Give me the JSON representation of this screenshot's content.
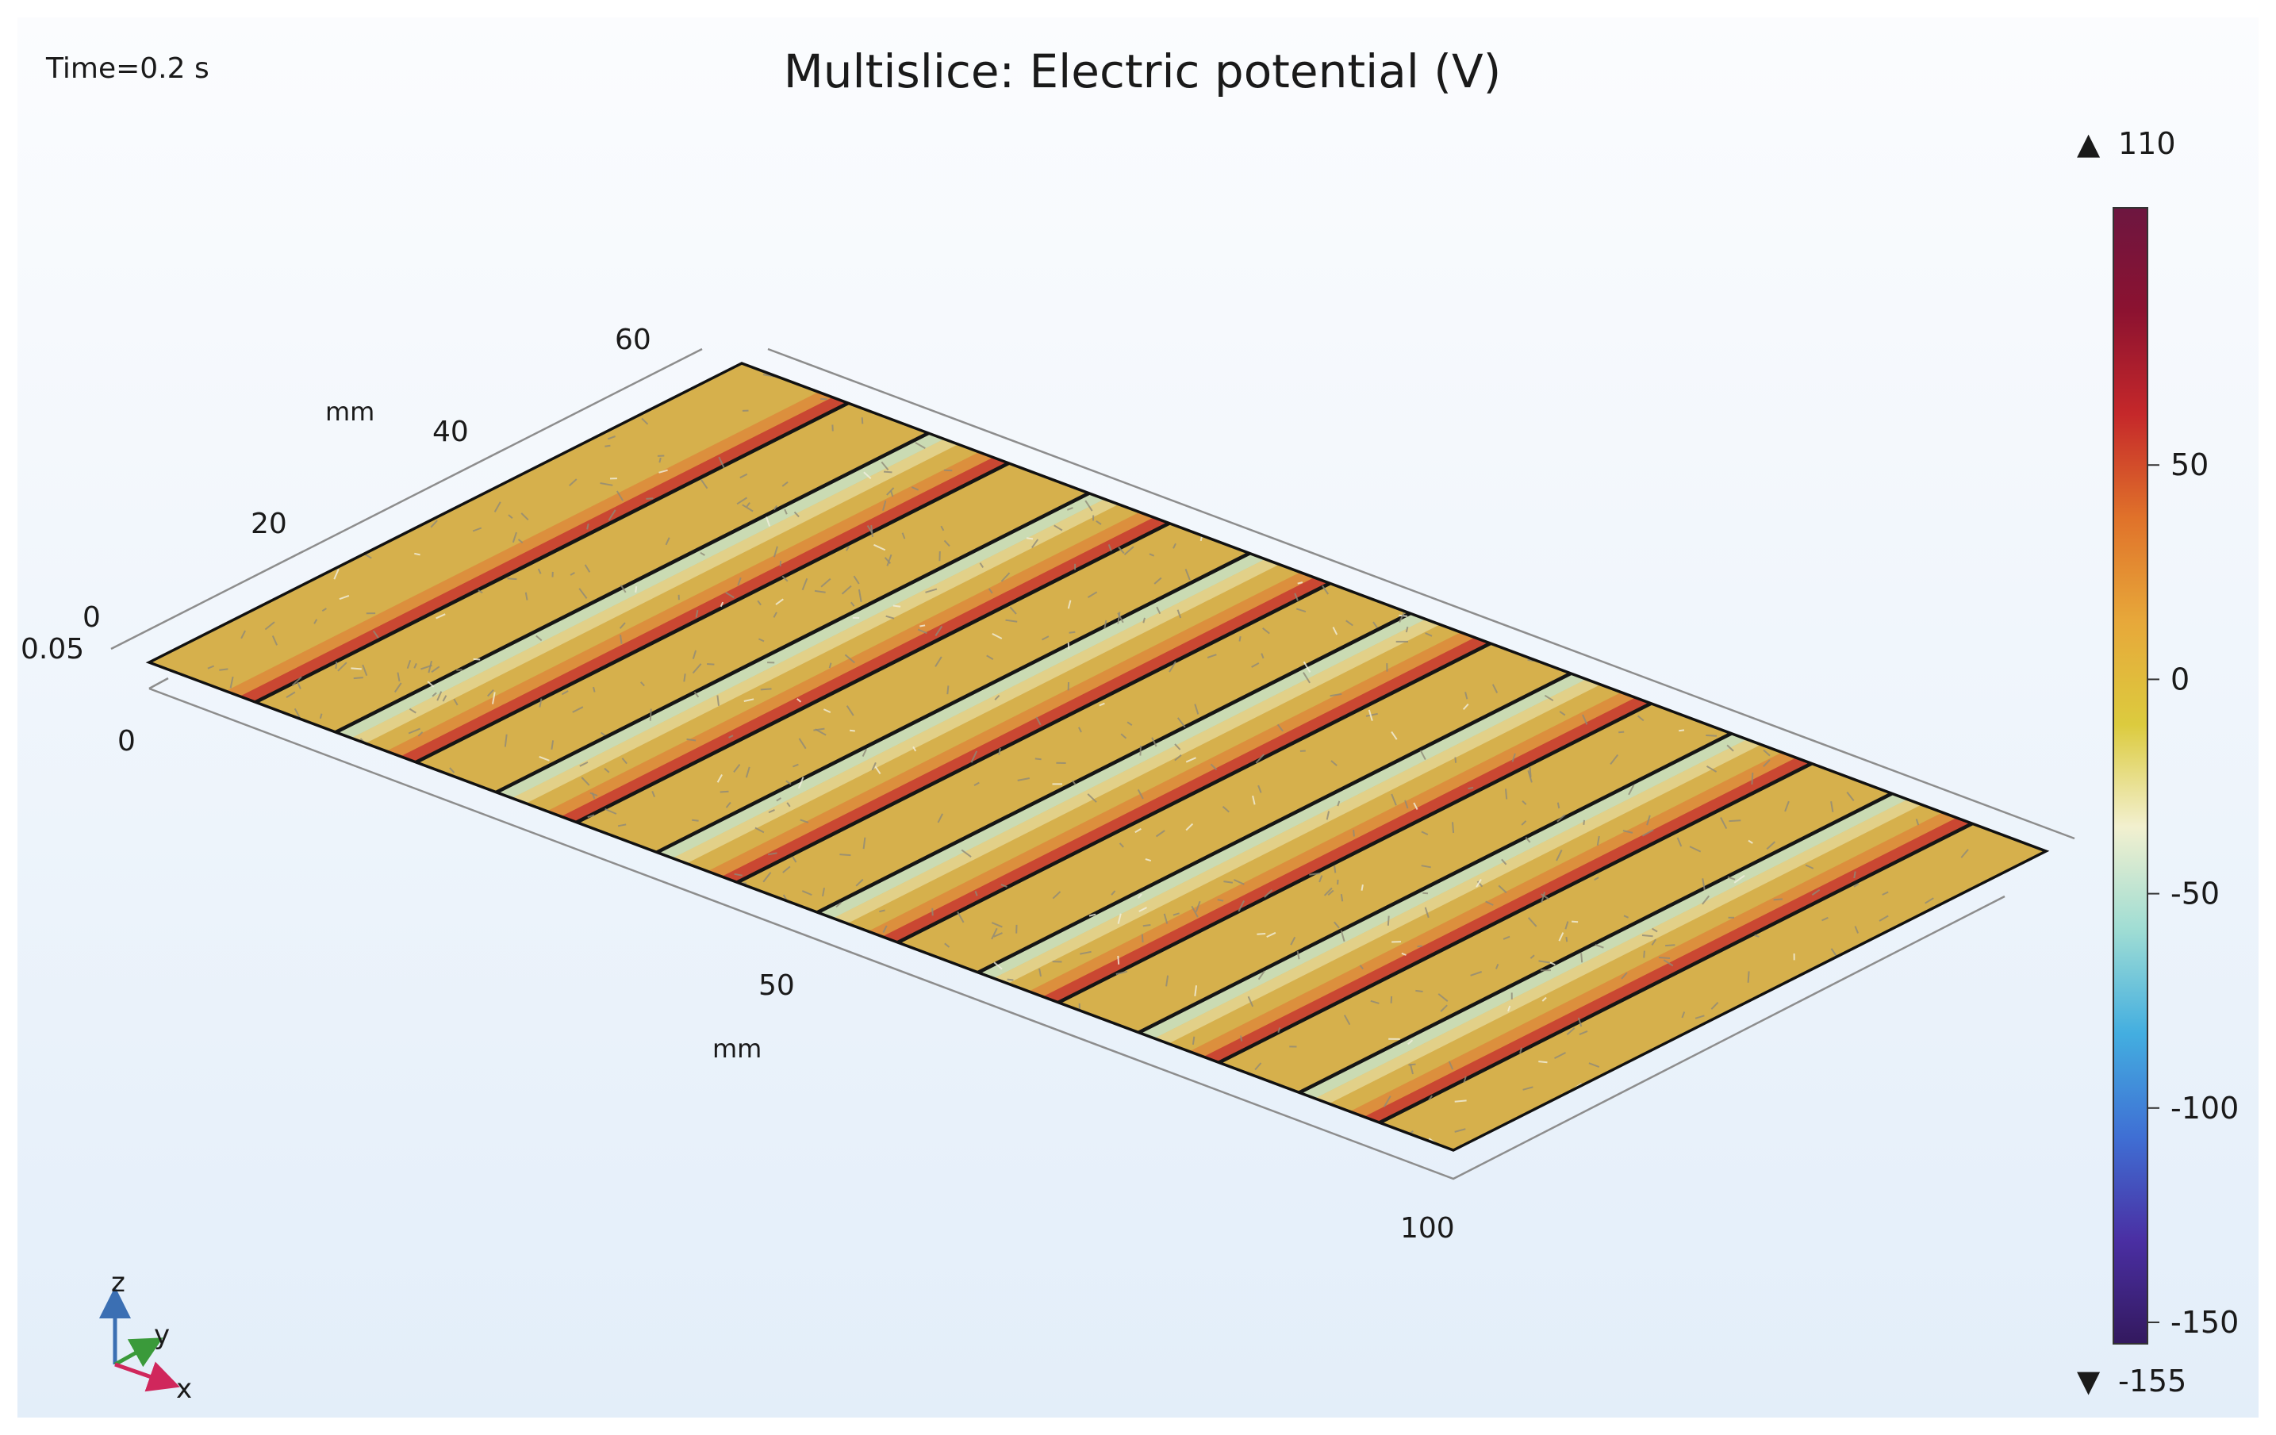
{
  "plot": {
    "time_label": "Time=0.2 s",
    "title": "Multislice: Electric potential (V)",
    "background_top": "#fbfcfe",
    "background_bottom": "#e3eef9"
  },
  "axes": {
    "y_unit": "mm",
    "y_ticks": [
      "0",
      "20",
      "40",
      "60"
    ],
    "x_unit": "mm",
    "x_ticks": [
      "0",
      "50",
      "100"
    ],
    "z_tick": "0.05"
  },
  "triad": {
    "z": "z",
    "y": "y",
    "x": "x"
  },
  "colorbar": {
    "max_label": "110",
    "min_label": "-155",
    "max_marker": "▲",
    "min_marker": "▼",
    "ticks": [
      "50",
      "0",
      "-50",
      "-100",
      "-150"
    ],
    "range": [
      -155,
      110
    ],
    "stops": [
      "#33195e",
      "#4a2fa3",
      "#3f6fd4",
      "#43aee0",
      "#9fddd4",
      "#f2f0cf",
      "#dccb3e",
      "#e7a83a",
      "#e0722a",
      "#c5282a",
      "#8c1230",
      "#6d1640"
    ]
  },
  "slab": {
    "base_color": "#d6b04c",
    "stripe_count": 16
  }
}
